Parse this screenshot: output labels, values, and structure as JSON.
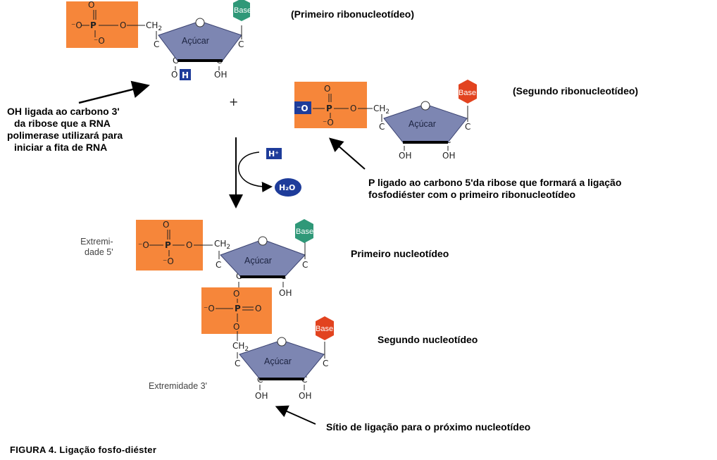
{
  "labels": {
    "first_ribonucleotide": "(Primeiro ribonucleotídeo)",
    "second_ribonucleotide": "(Segundo ribonucleotídeo)",
    "oh_note": [
      "OH  ligada ao carbono 3'",
      "da ribose que a RNA",
      "polimerase utilizará para",
      "iniciar a fita de RNA"
    ],
    "p_note": [
      "P ligado ao carbono 5'da ribose que formará a ligação",
      "fosfodiéster com o primeiro ribonucleotídeo"
    ],
    "first_nucleotide": "Primeiro nucleotídeo",
    "second_nucleotide": "Segundo nucleotídeo",
    "binding_site": "Sítio de ligação para o próximo nucleotídeo",
    "extremity_5": [
      "Extremi-",
      "dade 5'"
    ],
    "extremity_3": "Extremidade 3'",
    "figure_caption": "FIGURA 4. Ligação fosfo-diéster",
    "plus": "+"
  },
  "molecule": {
    "sugar": "Açúcar",
    "base": "Base",
    "phosphorus": "P",
    "oxygen": "O",
    "o_minus": "⁻O",
    "carbon": "C",
    "ch2": "CH",
    "ch2_sub": "2",
    "oh": "OH",
    "h_plus": "H⁺",
    "water": "H₂O",
    "highlight_oh": "H",
    "highlight_o": "⁻O"
  },
  "colors": {
    "phosphate_box": "#f6863a",
    "sugar_fill": "#7d86b2",
    "base_green": "#2f9878",
    "base_red": "#e2431f",
    "ion_blue": "#1e3c9a"
  }
}
